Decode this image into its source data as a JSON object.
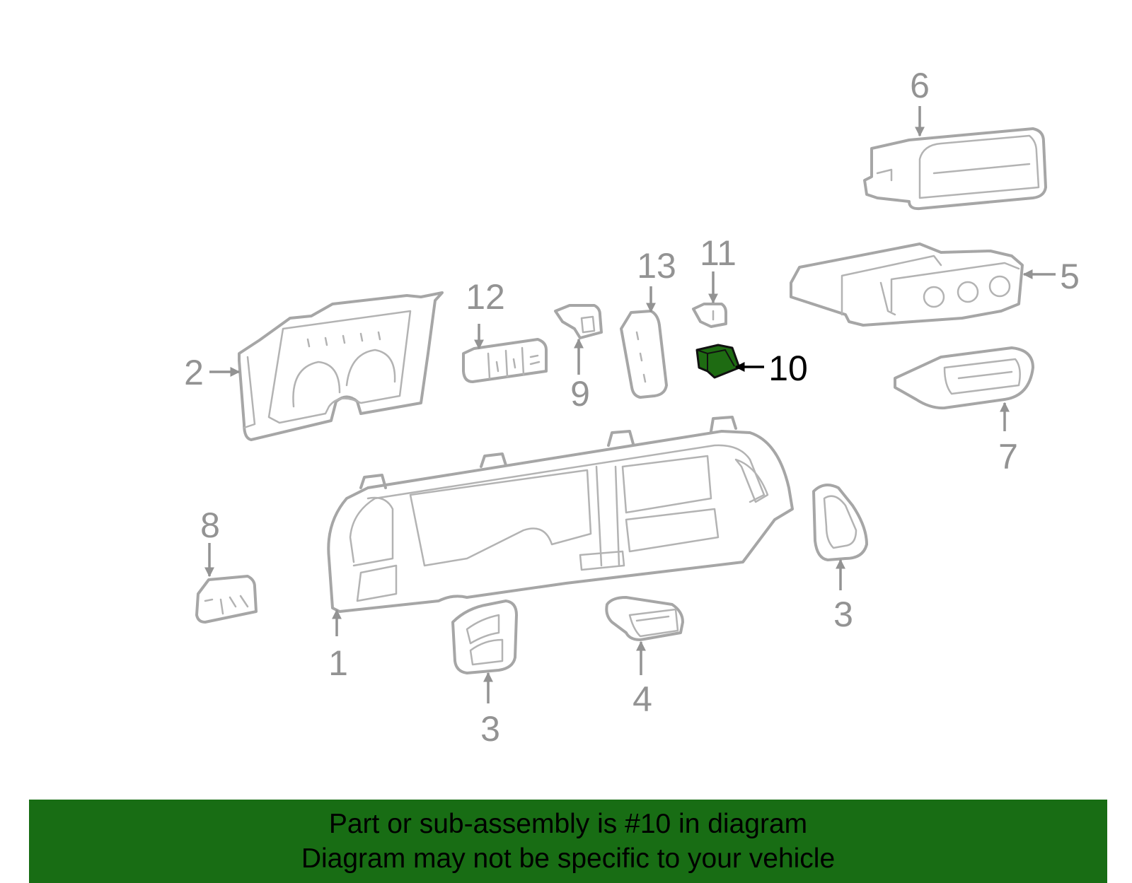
{
  "callouts": [
    {
      "id": "1",
      "label": "1"
    },
    {
      "id": "2",
      "label": "2"
    },
    {
      "id": "3a",
      "label": "3"
    },
    {
      "id": "3b",
      "label": "3"
    },
    {
      "id": "4",
      "label": "4"
    },
    {
      "id": "5",
      "label": "5"
    },
    {
      "id": "6",
      "label": "6"
    },
    {
      "id": "7",
      "label": "7"
    },
    {
      "id": "8",
      "label": "8"
    },
    {
      "id": "9",
      "label": "9"
    },
    {
      "id": "10",
      "label": "10",
      "highlighted": true
    },
    {
      "id": "11",
      "label": "11"
    },
    {
      "id": "12",
      "label": "12"
    },
    {
      "id": "13",
      "label": "13"
    }
  ],
  "banner": {
    "line1": "Part or sub-assembly is #10 in diagram",
    "line2": "Diagram may not be specific to your vehicle"
  },
  "colors": {
    "highlight_part": "#1e6b12",
    "banner_background": "#186d14",
    "part_outline": "#a6a6a6",
    "callout_text": "#939393"
  }
}
